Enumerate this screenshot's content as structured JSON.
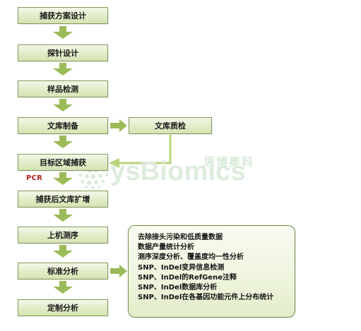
{
  "flowchart": {
    "steps": [
      "捕获方案设计",
      "探针设计",
      "样品检测",
      "文库制备",
      "目标区域捕获",
      "捕获后文库扩增",
      "上机测序",
      "标准分析",
      "定制分析"
    ],
    "side_step": "文库质检",
    "pcr_label": "PCR",
    "analysis_details": [
      "去除接头污染和低质量数据",
      "数据产量统计分析",
      "测序深度分析、覆盖度均一性分析",
      "SNP、InDel变异信息检测",
      "SNP、InDel的RefGene注释",
      "SNP、InDel数据库分析",
      "SNP、InDel在各基因功能元件上分布统计"
    ]
  },
  "watermark": {
    "brand_text": "ysBiomics",
    "chinese_text": "思博奥科"
  },
  "colors": {
    "box_fill": "#e2ecc8",
    "box_border": "#7f9a58",
    "arrow_fill": "#9bbb59",
    "connector": "#b9d37a",
    "pcr": "#b32020",
    "watermark": "#dcebdc"
  }
}
